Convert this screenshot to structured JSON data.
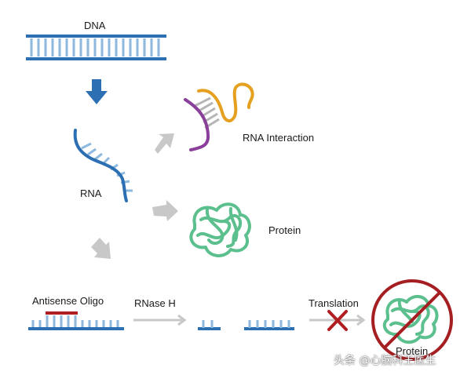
{
  "labels": {
    "dna": "DNA",
    "rna": "RNA",
    "rna_interaction": "RNA Interaction",
    "protein": "Protein",
    "antisense_oligo": "Antisense Oligo",
    "rnase_h": "RNase H",
    "translation": "Translation",
    "protein_blocked": "Protein"
  },
  "watermark": "头条 @心脑科王医生",
  "colors": {
    "strand_blue": "#2c6fb3",
    "base_blue": "#8db9de",
    "arrow_gray": "#c8c8c8",
    "protein_green": "#5bbf8e",
    "oligo_red": "#b01e22",
    "rna_orange": "#e6a020",
    "rna_purple": "#8a3f9b",
    "rna_gray": "#b5b5b5",
    "prohibit_red": "#a41e22"
  }
}
